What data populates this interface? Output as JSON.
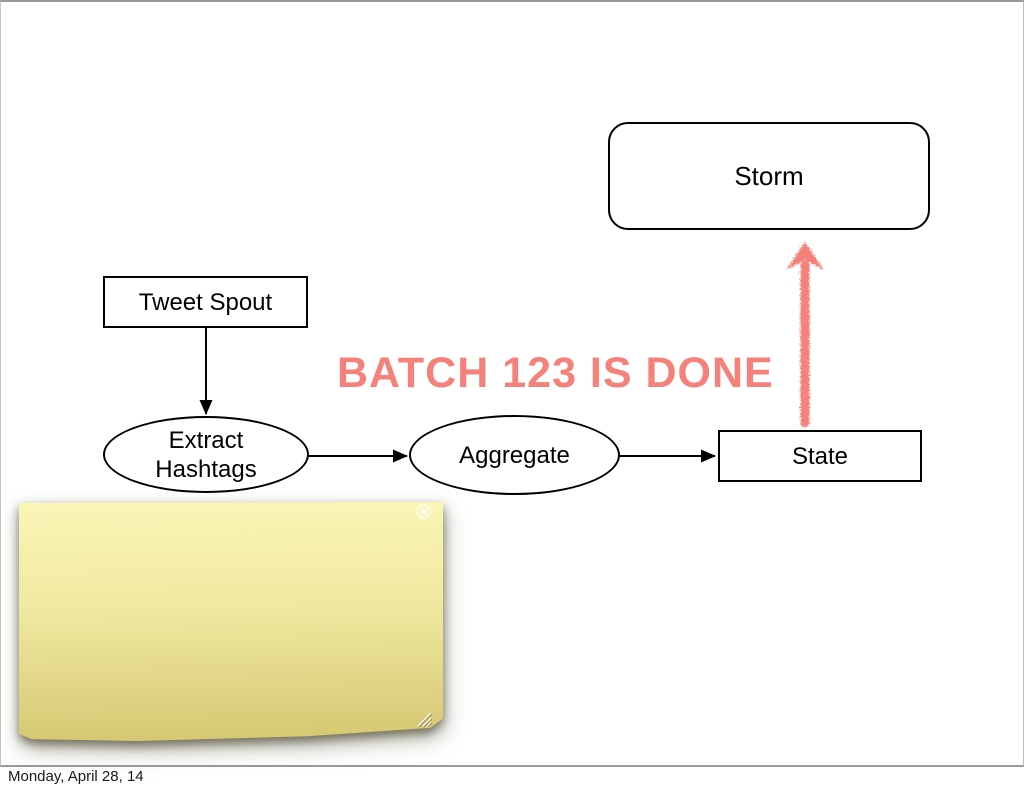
{
  "diagram": {
    "nodes": [
      {
        "id": "storm",
        "shape": "rounded-rect",
        "label": "Storm"
      },
      {
        "id": "tweet-spout",
        "shape": "rect",
        "label": "Tweet Spout"
      },
      {
        "id": "extract-hashtags",
        "shape": "ellipse",
        "label_line1": "Extract",
        "label_line2": "Hashtags"
      },
      {
        "id": "aggregate",
        "shape": "ellipse",
        "label": "Aggregate"
      },
      {
        "id": "state",
        "shape": "rect",
        "label": "State"
      }
    ],
    "edges": [
      {
        "from": "tweet-spout",
        "to": "extract-hashtags",
        "style": "black-arrow"
      },
      {
        "from": "extract-hashtags",
        "to": "aggregate",
        "style": "black-arrow"
      },
      {
        "from": "aggregate",
        "to": "state",
        "style": "black-arrow"
      },
      {
        "from": "state",
        "to": "storm",
        "style": "red-crayon-arrow"
      }
    ],
    "annotation": {
      "text": "BATCH 123 IS DONE"
    }
  },
  "sticky_note": {
    "content": "",
    "close_icon_glyph": "✕"
  },
  "footer": {
    "date": "Monday, April 28, 14"
  },
  "colors": {
    "accent": "#F5827A",
    "note_top": "#FAF6B6",
    "note_bottom": "#D5C771",
    "frame": "#9a9a9a"
  }
}
